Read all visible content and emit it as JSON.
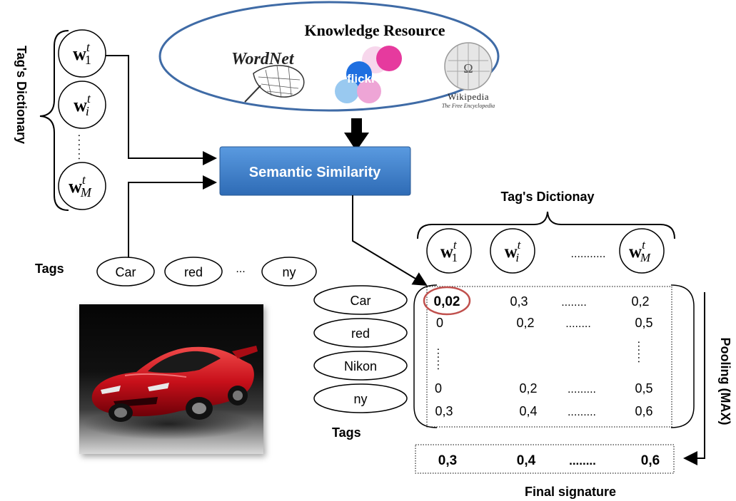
{
  "knowledge_resource": {
    "title": "Knowledge Resource",
    "logos": {
      "wordnet": "WordNet",
      "flickr": "flickr",
      "wikipedia_name": "Wikipedia",
      "wikipedia_tagline": "The Free Encyclopedia"
    }
  },
  "left_dictionary": {
    "label": "Tag's Dictionary",
    "entries": [
      {
        "base": "w",
        "sup": "t",
        "sub": "1"
      },
      {
        "base": "w",
        "sup": "t",
        "sub": "i"
      },
      {
        "base": "w",
        "sup": "t",
        "sub": "M"
      }
    ],
    "ellipsis": "......"
  },
  "semantic_box": {
    "label": "Semantic Similarity",
    "color": "#3a7bc8"
  },
  "top_tags": {
    "label": "Tags",
    "items": [
      "Car",
      "red",
      "ny"
    ],
    "ellipsis": "..."
  },
  "matrix_dictionary": {
    "label": "Tag's Dictionay",
    "entries": [
      {
        "base": "w",
        "sup": "t",
        "sub": "1"
      },
      {
        "base": "w",
        "sup": "t",
        "sub": "i"
      },
      {
        "base": "w",
        "sup": "t",
        "sub": "M"
      }
    ],
    "ellipsis": "..........."
  },
  "row_tags": {
    "label": "Tags",
    "items": [
      "Car",
      "red",
      "Nikon",
      "ny"
    ]
  },
  "matrix": {
    "rows": [
      [
        "0,02",
        "0,3",
        "........",
        "0,2"
      ],
      [
        "0",
        "0,2",
        "........",
        "0,5"
      ],
      [
        "0",
        "0,2",
        ".........",
        "0,5"
      ],
      [
        "0,3",
        "0,4",
        ".........",
        "0,6"
      ]
    ],
    "highlight_color": "#c0504d"
  },
  "pooling": {
    "label": "Pooling (MAX)"
  },
  "final": {
    "values": [
      "0,3",
      "0,4",
      "........",
      "0,6"
    ],
    "label": "Final signature"
  }
}
